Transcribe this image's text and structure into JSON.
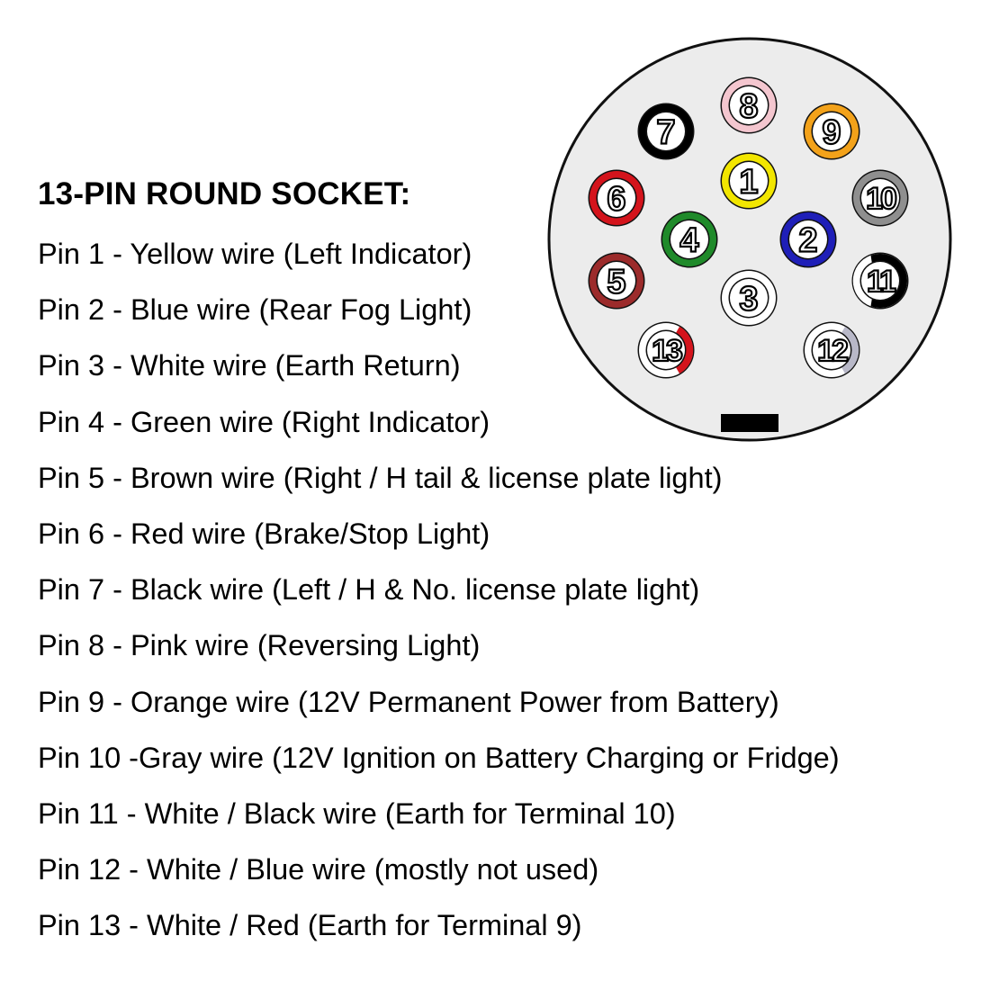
{
  "title": "13-PIN ROUND SOCKET:",
  "pins": [
    {
      "number": "1",
      "description": "Pin 1 - Yellow wire (Left Indicator)",
      "ring_color": "#f2e600",
      "ring_color2": ""
    },
    {
      "number": "2",
      "description": "Pin 2 - Blue wire (Rear Fog Light)",
      "ring_color": "#1f1fb8",
      "ring_color2": ""
    },
    {
      "number": "3",
      "description": "Pin 3 - White wire (Earth Return)",
      "ring_color": "#ffffff",
      "ring_color2": ""
    },
    {
      "number": "4",
      "description": "Pin 4 - Green wire (Right Indicator)",
      "ring_color": "#1f8a2a",
      "ring_color2": ""
    },
    {
      "number": "5",
      "description": "Pin 5 - Brown wire (Right / H tail & license plate light)",
      "ring_color": "#9c2b2b",
      "ring_color2": ""
    },
    {
      "number": "6",
      "description": "Pin 6 - Red wire (Brake/Stop Light)",
      "ring_color": "#d4141c",
      "ring_color2": ""
    },
    {
      "number": "7",
      "description": "Pin 7 - Black wire (Left / H & No. license plate light)",
      "ring_color": "#000000",
      "ring_color2": ""
    },
    {
      "number": "8",
      "description": "Pin 8 - Pink wire (Reversing Light)",
      "ring_color": "#f4c6cf",
      "ring_color2": ""
    },
    {
      "number": "9",
      "description": "Pin 9 - Orange wire (12V Permanent Power from Battery)",
      "ring_color": "#f3a21a",
      "ring_color2": ""
    },
    {
      "number": "10",
      "description": "Pin 10 -Gray wire (12V Ignition on Battery Charging or Fridge)",
      "ring_color": "#8f8f8f",
      "ring_color2": ""
    },
    {
      "number": "11",
      "description": "Pin 11 - White / Black wire (Earth for Terminal 10)",
      "ring_color": "#ffffff",
      "ring_color2": "#000000"
    },
    {
      "number": "12",
      "description": "Pin 12 - White / Blue wire (mostly not used)",
      "ring_color": "#ffffff",
      "ring_color2": "#b8b8c8"
    },
    {
      "number": "13",
      "description": "Pin 13 - White / Red (Earth for Terminal 9)",
      "ring_color": "#ffffff",
      "ring_color2": "#d4141c"
    }
  ],
  "colors": {
    "socket_face": "#ececec",
    "socket_outline": "#111111",
    "pin_face": "#ffffff",
    "key_tab": "#000000"
  }
}
